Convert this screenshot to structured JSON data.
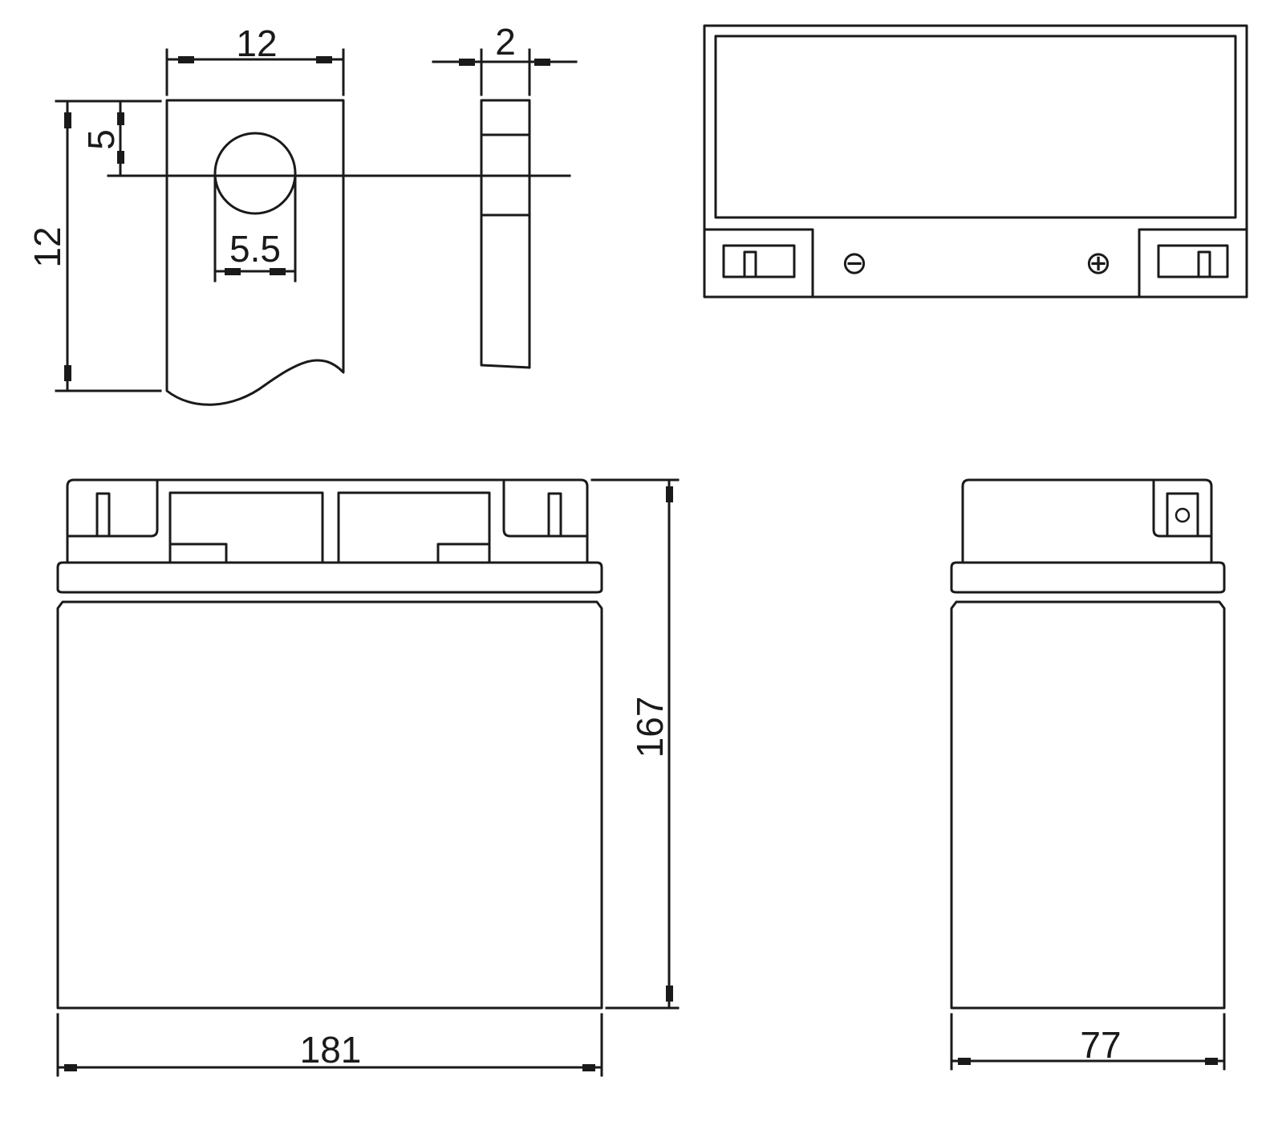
{
  "terminal_detail": {
    "width": "12",
    "height": "12",
    "hole_offset": "5",
    "hole_diameter": "5.5",
    "thickness": "2"
  },
  "top_view": {
    "negative_symbol": "⊖",
    "positive_symbol": "⊕"
  },
  "front_view": {
    "width": "181",
    "height": "167"
  },
  "side_view": {
    "depth": "77"
  }
}
